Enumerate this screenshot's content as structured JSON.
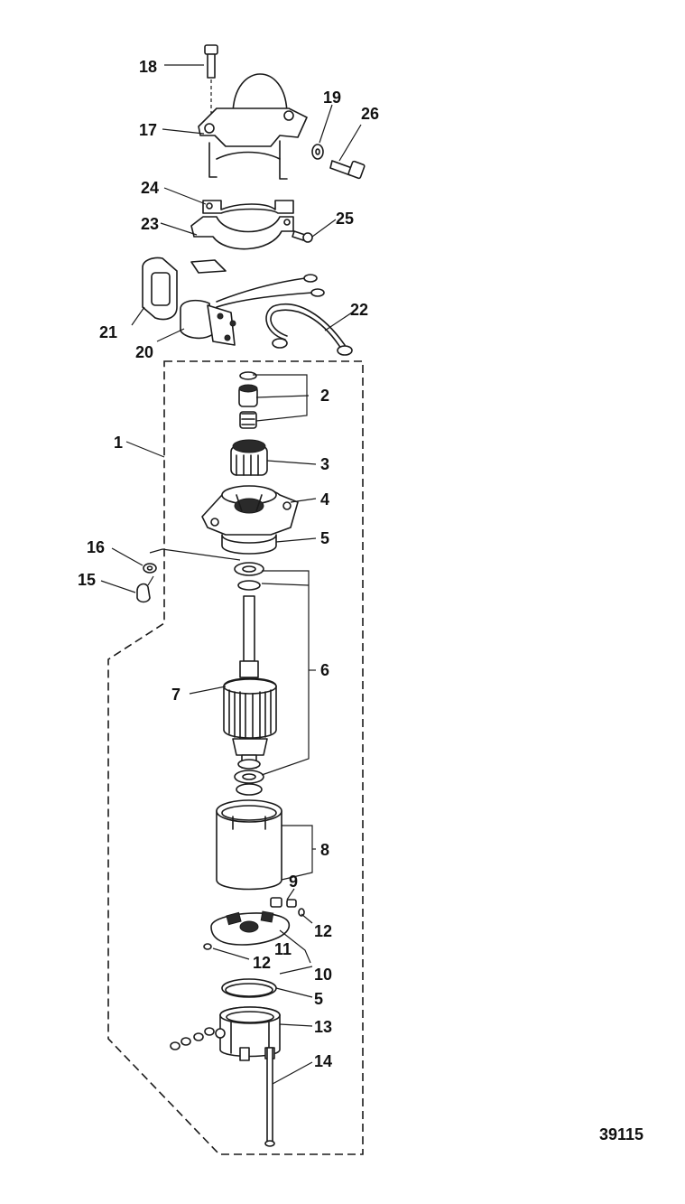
{
  "figure_number": "39115",
  "callouts": [
    "1",
    "2",
    "3",
    "4",
    "5",
    "6",
    "7",
    "8",
    "9",
    "10",
    "11",
    "12",
    "13",
    "14",
    "15",
    "16",
    "17",
    "18",
    "19",
    "20",
    "21",
    "22",
    "23",
    "24",
    "25",
    "26"
  ],
  "parts": [
    {
      "id": "bolt",
      "icon": "bolt-icon"
    },
    {
      "id": "solenoid-cover",
      "icon": "solenoid-cover-icon"
    },
    {
      "id": "washer",
      "icon": "washer-icon"
    },
    {
      "id": "screw",
      "icon": "screw-icon"
    },
    {
      "id": "bracket",
      "icon": "bracket-icon"
    },
    {
      "id": "rubber-boot",
      "icon": "boot-icon"
    },
    {
      "id": "solenoid",
      "icon": "solenoid-icon"
    },
    {
      "id": "battery-cable",
      "icon": "cable-icon"
    },
    {
      "id": "drive-kit",
      "icon": "drive-kit-icon"
    },
    {
      "id": "pinion-gear",
      "icon": "pinion-icon"
    },
    {
      "id": "drive-end-cap",
      "icon": "end-cap-icon"
    },
    {
      "id": "armature",
      "icon": "armature-icon"
    },
    {
      "id": "frame",
      "icon": "frame-icon"
    },
    {
      "id": "brush-plate",
      "icon": "brush-plate-icon"
    },
    {
      "id": "commutator-end-cap",
      "icon": "commutator-cap-icon"
    },
    {
      "id": "thru-bolt",
      "icon": "thru-bolt-icon"
    }
  ]
}
